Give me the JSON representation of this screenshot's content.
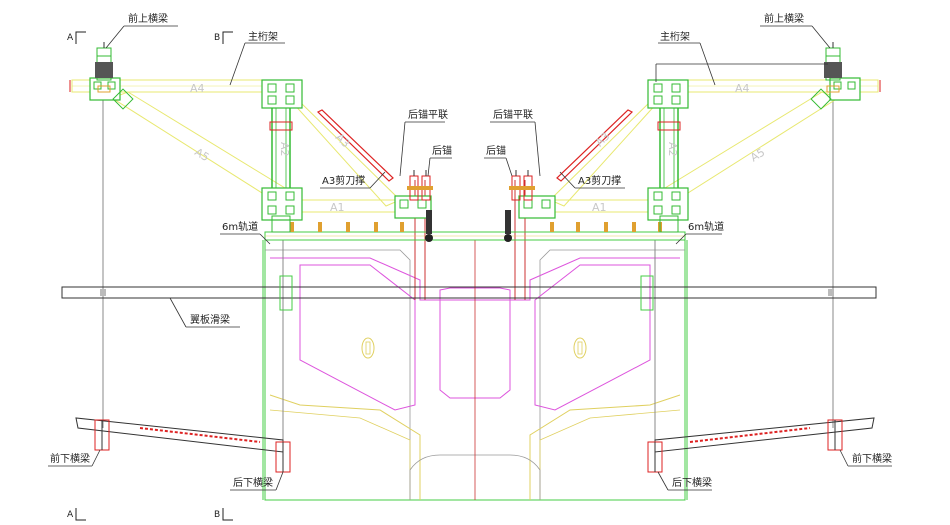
{
  "labels": {
    "front_upper_beam": "前上横梁",
    "main_truss": "主桁架",
    "rear_anchor_bracing": "后锚平联",
    "rear_anchor": "后锚",
    "a3_scissor_brace": "A3剪刀撑",
    "track_6m": "6m轨道",
    "wing_slide_beam": "翼板滑梁",
    "front_lower_beam": "前下横梁",
    "rear_lower_beam": "后下横梁"
  },
  "section_marks": {
    "a": "A",
    "b": "B"
  },
  "members": {
    "a1": "A1",
    "a2": "A2",
    "a3": "A3",
    "a4": "A4",
    "a5": "A5"
  },
  "colors": {
    "truss": "#e8e870",
    "column": "#33bb33",
    "frame": "#44cc44",
    "section_magenta": "#dd55dd",
    "section_yellow": "#e0d060",
    "center_line": "#cc3333",
    "red_detail": "#dd2222",
    "slide_beam": "#333333"
  }
}
